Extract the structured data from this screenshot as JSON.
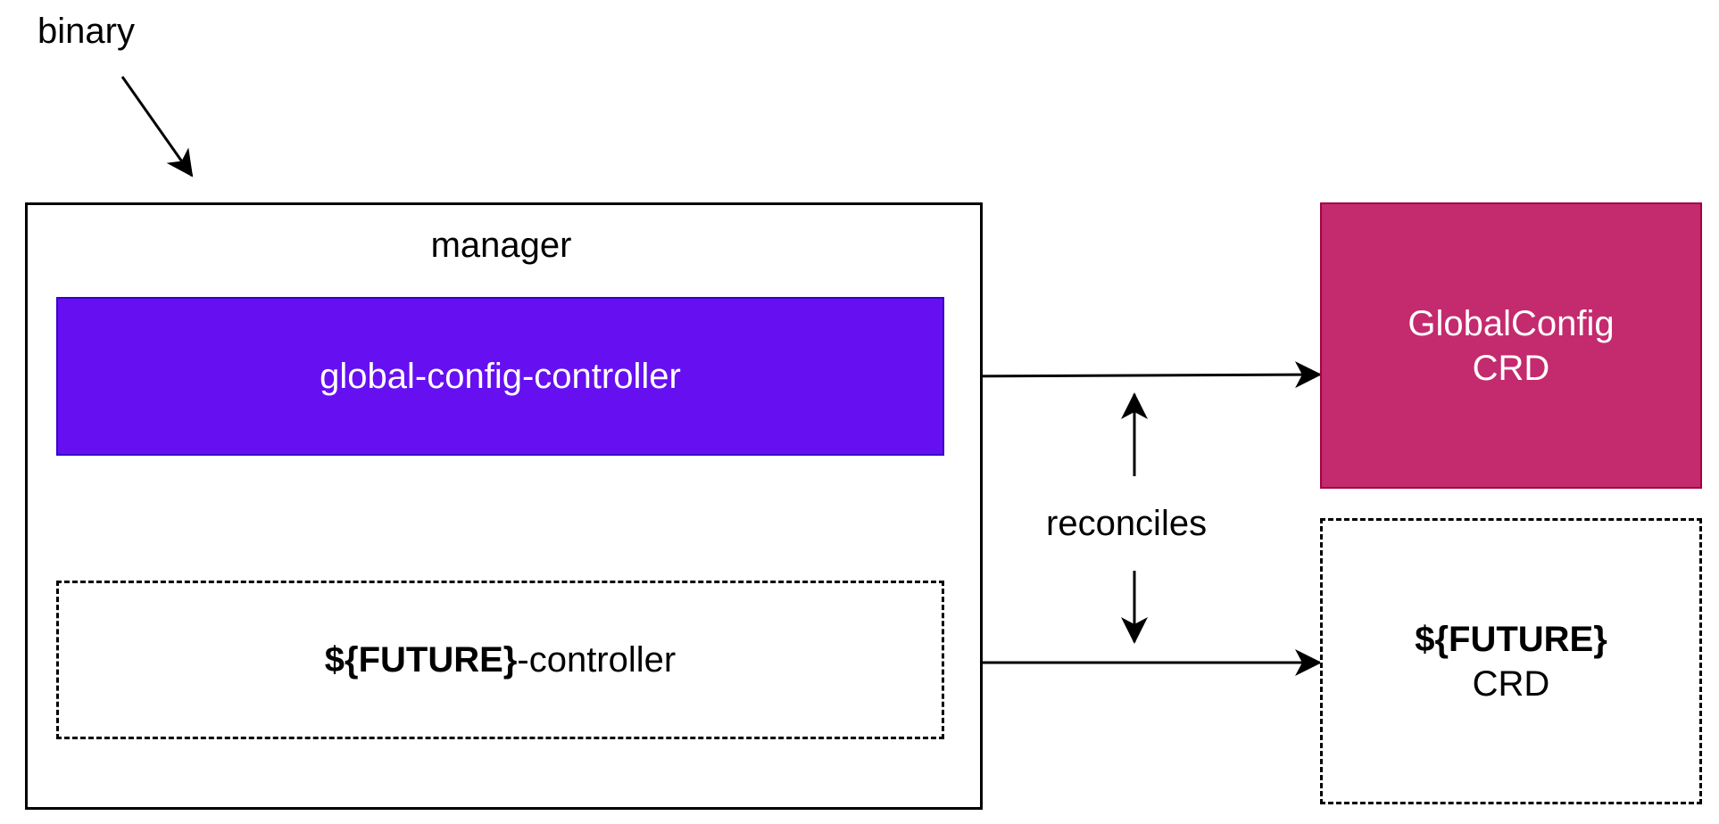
{
  "labels": {
    "binary": "binary",
    "reconciles": "reconciles"
  },
  "manager": {
    "title": "manager"
  },
  "controllers": {
    "global": {
      "label": "global-config-controller",
      "fill": "#6610F2"
    },
    "future": {
      "prefix_bold": "${FUTURE}",
      "suffix": "-controller"
    }
  },
  "crds": {
    "globalconfig": {
      "line1": "GlobalConfig",
      "line2": "CRD",
      "fill": "#C42A6E"
    },
    "future": {
      "line1_bold": "${FUTURE}",
      "line2": "CRD"
    }
  }
}
